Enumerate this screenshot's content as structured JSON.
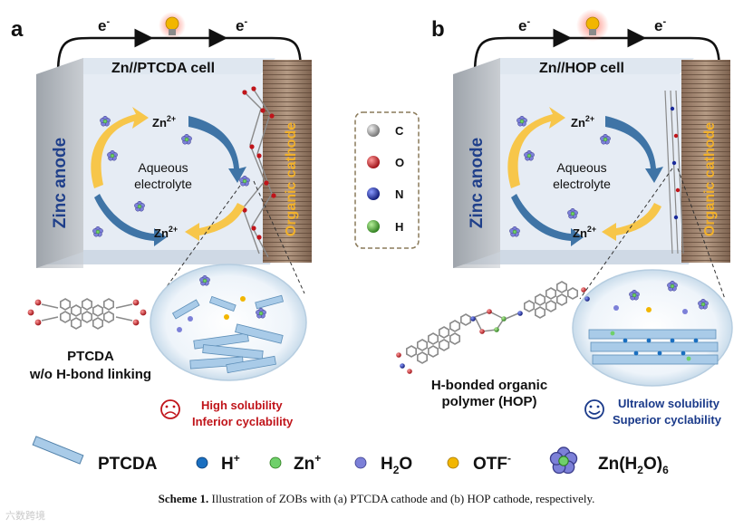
{
  "panels": [
    {
      "letter": "a",
      "cell_title": "Zn//PTCDA cell",
      "electron_left": "e",
      "electron_right": "e",
      "electron_sup": "-",
      "anode_label": "Zinc anode",
      "cathode_label": "Organic cathode",
      "ion_top": "Zn",
      "ion_top_sup": "2+",
      "ion_bottom": "Zn",
      "ion_bottom_sup": "2+",
      "electrolyte_line1": "Aqueous",
      "electrolyte_line2": "electrolyte",
      "molecule_name_line1": "PTCDA",
      "molecule_name_line2": "w/o H-bond linking",
      "property_line1": "High solubility",
      "property_line2": "Inferior cyclability",
      "face": "sad"
    },
    {
      "letter": "b",
      "cell_title": "Zn//HOP cell",
      "electron_left": "e",
      "electron_right": "e",
      "electron_sup": "-",
      "anode_label": "Zinc anode",
      "cathode_label": "Organic cathode",
      "ion_top": "Zn",
      "ion_top_sup": "2+",
      "ion_bottom": "Zn",
      "ion_bottom_sup": "2+",
      "electrolyte_line1": "Aqueous",
      "electrolyte_line2": "electrolyte",
      "molecule_name_line1": "H-bonded organic",
      "molecule_name_line2": "polymer (HOP)",
      "property_line1": "Ultralow solubility",
      "property_line2": "Superior cyclability",
      "face": "happy"
    }
  ],
  "atom_key": [
    {
      "symbol": "C",
      "color": "#9a9a9a"
    },
    {
      "symbol": "O",
      "color": "#c0141a"
    },
    {
      "symbol": "N",
      "color": "#1a2a9a"
    },
    {
      "symbol": "H",
      "color": "#3e9a2a"
    }
  ],
  "legend": {
    "ptcda": "PTCDA",
    "h": "H",
    "h_sup": "+",
    "zn": "Zn",
    "zn_sup": "+",
    "h2o": "H",
    "h2o_sub": "2",
    "h2o_tail": "O",
    "otf": "OTF",
    "otf_sup": "-",
    "complex_a": "Zn(H",
    "complex_sub": "2",
    "complex_b": "O)",
    "complex_sub2": "6"
  },
  "caption": {
    "label": "Scheme 1.",
    "text": "Illustration of ZOBs with (a) PTCDA cathode and (b) HOP cathode, respectively."
  },
  "watermark": "六数跨境",
  "colors": {
    "sad_accent": "#c0141a",
    "happy_accent": "#1a3a8a",
    "bulb": "#f2b600",
    "arrow_yellow": "#f7c64a",
    "arrow_blue": "#3f74a6",
    "anode_text": "#1f3f8a",
    "cathode_text": "#f2b12b"
  }
}
